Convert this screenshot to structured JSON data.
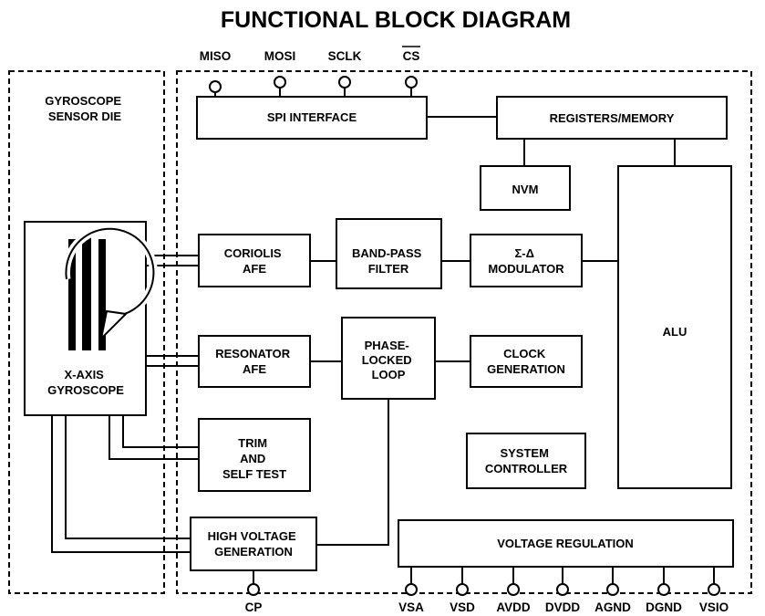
{
  "title": "FUNCTIONAL BLOCK DIAGRAM",
  "pins_top": [
    "MISO",
    "MOSI",
    "SCLK",
    "CS"
  ],
  "pins_bottom": [
    "CP",
    "VSA",
    "VSD",
    "AVDD",
    "DVDD",
    "AGND",
    "DGND",
    "VSIO"
  ],
  "sensor_die_label": [
    "GYROSCOPE",
    "SENSOR DIE"
  ],
  "gyroscope_label": [
    "X-AXIS",
    "GYROSCOPE"
  ],
  "blocks": {
    "spi": [
      "SPI INTERFACE"
    ],
    "registers": [
      "REGISTERS/MEMORY"
    ],
    "nvm": [
      "NVM"
    ],
    "coriolis": [
      "CORIOLIS",
      "AFE"
    ],
    "bandpass": [
      "BAND-PASS",
      "FILTER"
    ],
    "modulator": [
      "Σ-Δ",
      "MODULATOR"
    ],
    "alu": [
      "ALU"
    ],
    "resonator": [
      "RESONATOR",
      "AFE"
    ],
    "pll": [
      "PHASE-",
      "LOCKED",
      "LOOP"
    ],
    "clock": [
      "CLOCK",
      "GENERATION"
    ],
    "trim": [
      "TRIM",
      "AND",
      "SELF TEST"
    ],
    "sysctl": [
      "SYSTEM",
      "CONTROLLER"
    ],
    "hv": [
      "HIGH VOLTAGE",
      "GENERATION"
    ],
    "vreg": [
      "VOLTAGE REGULATION"
    ]
  }
}
